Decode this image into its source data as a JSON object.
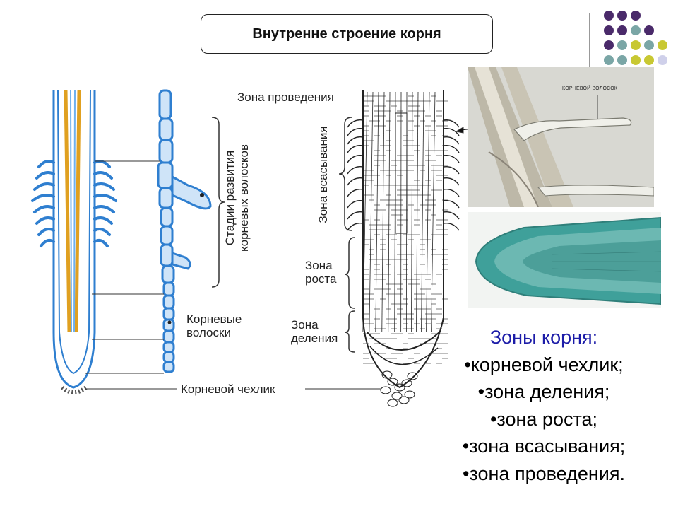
{
  "title": "Внутренне строение корня",
  "labels": {
    "conduction_zone": "Зона проведения",
    "root_hair_stages": [
      "Стадии развития",
      "корневых волосков"
    ],
    "absorption_zone": "Зона всасывания",
    "growth_zone": [
      "Зона",
      "роста"
    ],
    "division_zone": [
      "Зона",
      "деления"
    ],
    "root_hairs": [
      "Корневые",
      "волоски"
    ],
    "root_cap": "Корневой чехлик",
    "photo_root_hair": "КОРНЕВОЙ ВОЛОСОК"
  },
  "zones_list": {
    "heading": "Зоны корня:",
    "items": [
      "•корневой чехлик;",
      "•зона деления;",
      "•зона роста;",
      "•зона всасывания;",
      "•зона проведения."
    ]
  },
  "colors": {
    "purple": "#4a2a6a",
    "teal": "#7aa6a6",
    "olive": "#c8c832",
    "lavender": "#cfd0ea",
    "root_blue": "#2f7fd0",
    "root_orange": "#e0a020",
    "heading_blue": "#1c1ca8"
  }
}
